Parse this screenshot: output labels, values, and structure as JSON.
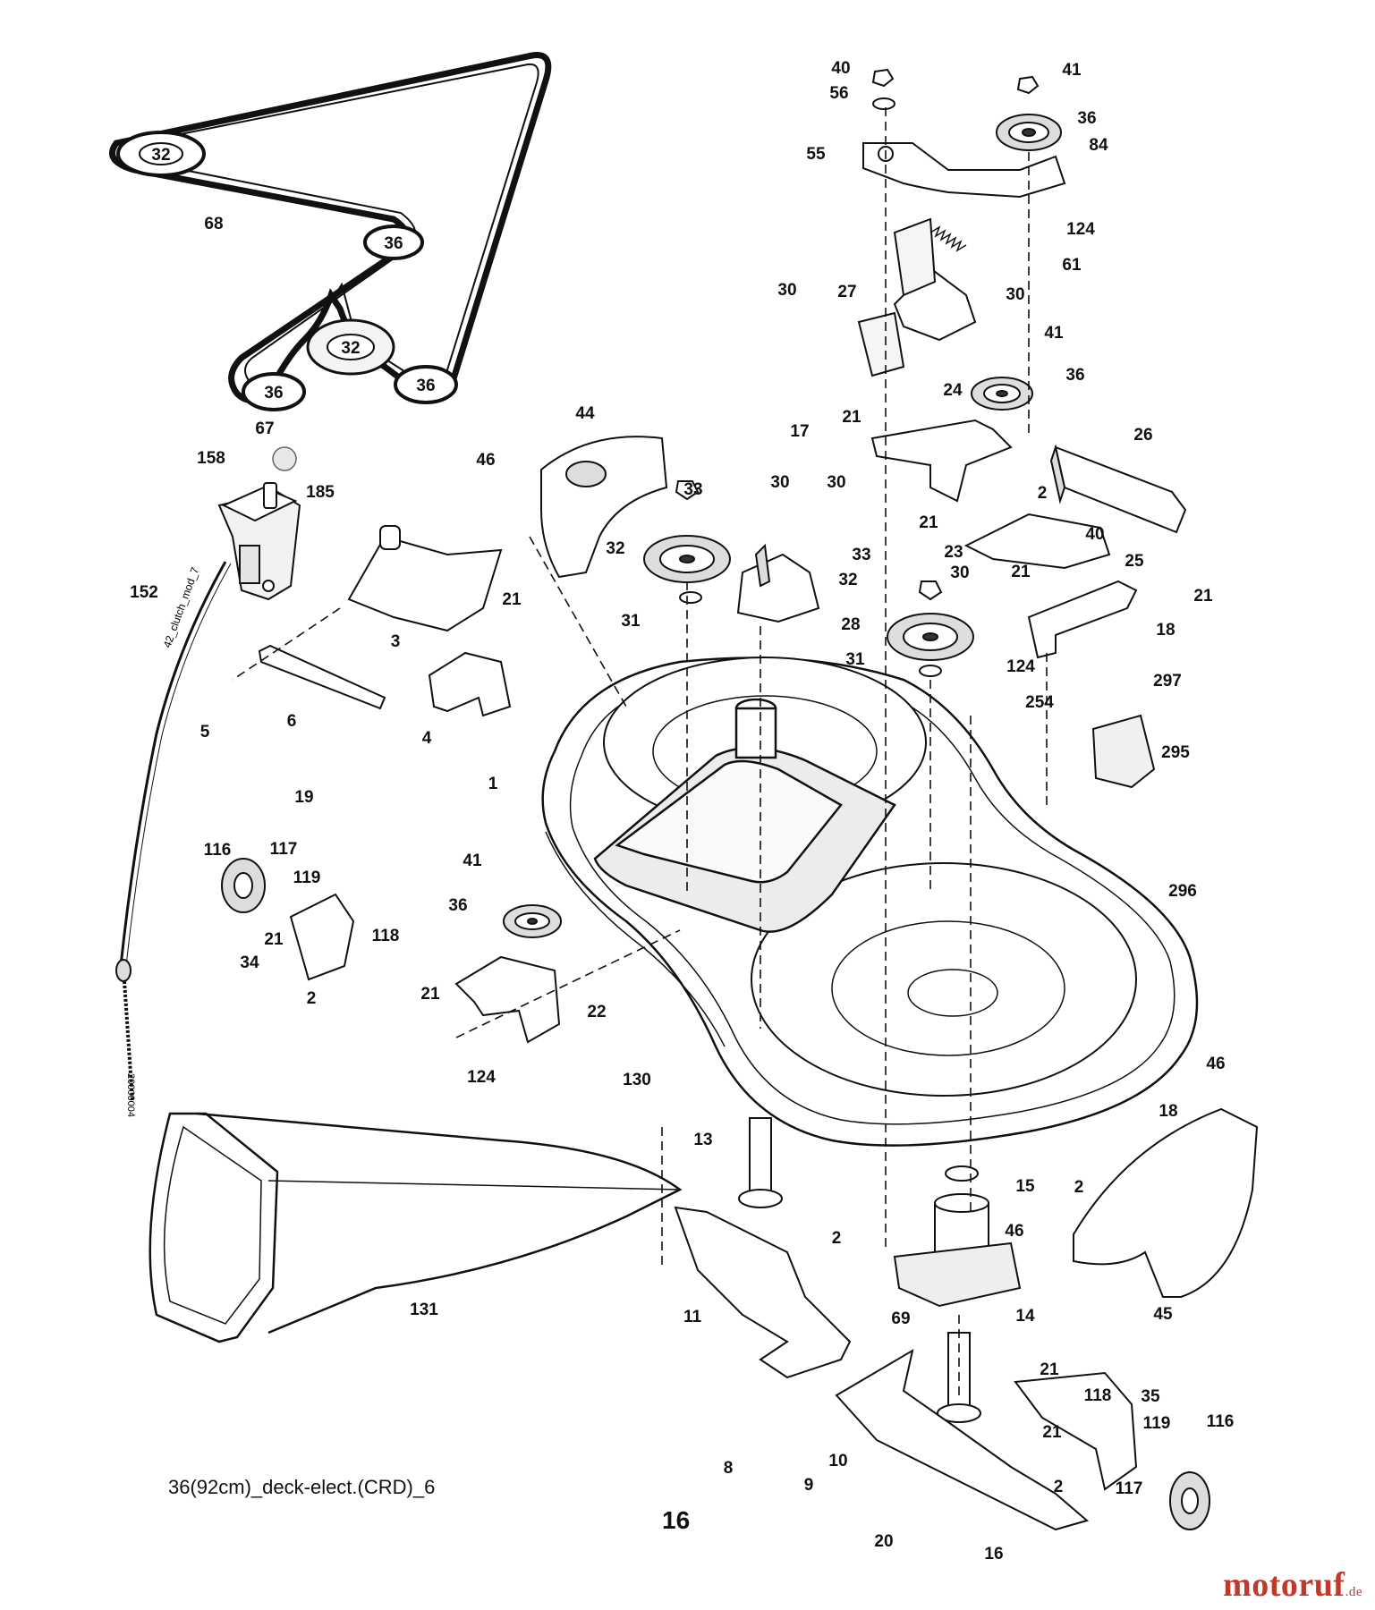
{
  "diagram": {
    "caption": "36(92cm)_deck-elect.(CRD)_6",
    "page_number": "16",
    "cable_label": "42_clutch_mod_7",
    "cable_end_label": "20000004",
    "watermark": {
      "name": "motoruf",
      "domain": ".de"
    },
    "callouts": [
      "40",
      "56",
      "41",
      "36",
      "84",
      "55",
      "124",
      "61",
      "30",
      "27",
      "30",
      "41",
      "36",
      "17",
      "21",
      "24",
      "26",
      "44",
      "46",
      "158",
      "185",
      "68",
      "67",
      "152",
      "33",
      "30",
      "30",
      "32",
      "31",
      "28",
      "3",
      "21",
      "2",
      "40",
      "21",
      "23",
      "33",
      "30",
      "21",
      "25",
      "21",
      "32",
      "31",
      "124",
      "18",
      "297",
      "254",
      "295",
      "5",
      "6",
      "4",
      "19",
      "1",
      "116",
      "117",
      "119",
      "41",
      "36",
      "21",
      "118",
      "34",
      "2",
      "296",
      "21",
      "22",
      "124",
      "130",
      "46",
      "18",
      "13",
      "15",
      "2",
      "2",
      "46",
      "131",
      "14",
      "45",
      "11",
      "69",
      "21",
      "118",
      "35",
      "21",
      "119",
      "116",
      "8",
      "10",
      "9",
      "117",
      "2",
      "20",
      "16"
    ]
  }
}
